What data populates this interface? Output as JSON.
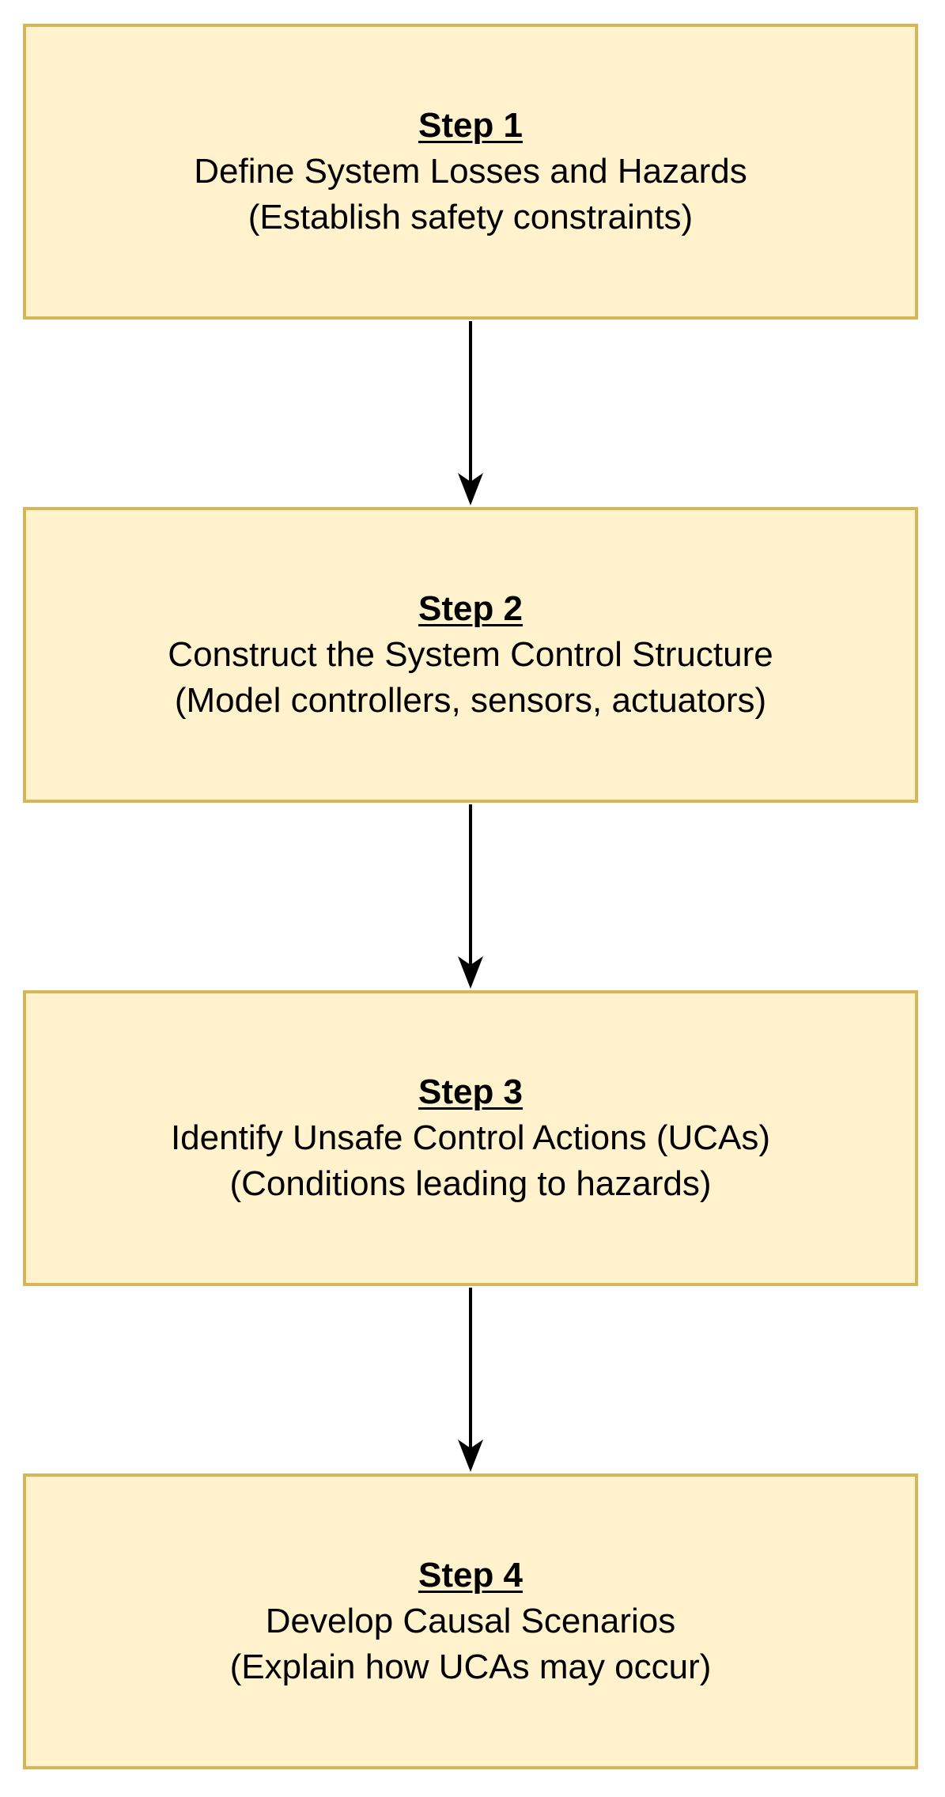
{
  "steps": [
    {
      "title": "Step 1",
      "heading": "Define System Losses and Hazards",
      "note": "(Establish safety constraints)"
    },
    {
      "title": "Step 2",
      "heading": "Construct the System Control Structure",
      "note": "(Model controllers, sensors, actuators)"
    },
    {
      "title": "Step 3",
      "heading": "Identify Unsafe Control Actions (UCAs)",
      "note": "(Conditions leading to hazards)"
    },
    {
      "title": "Step 4",
      "heading": "Develop Causal Scenarios",
      "note": "(Explain how UCAs may occur)"
    }
  ],
  "colors": {
    "box_fill": "#fff2cc",
    "box_border": "#d6b656",
    "arrow": "#000000"
  }
}
